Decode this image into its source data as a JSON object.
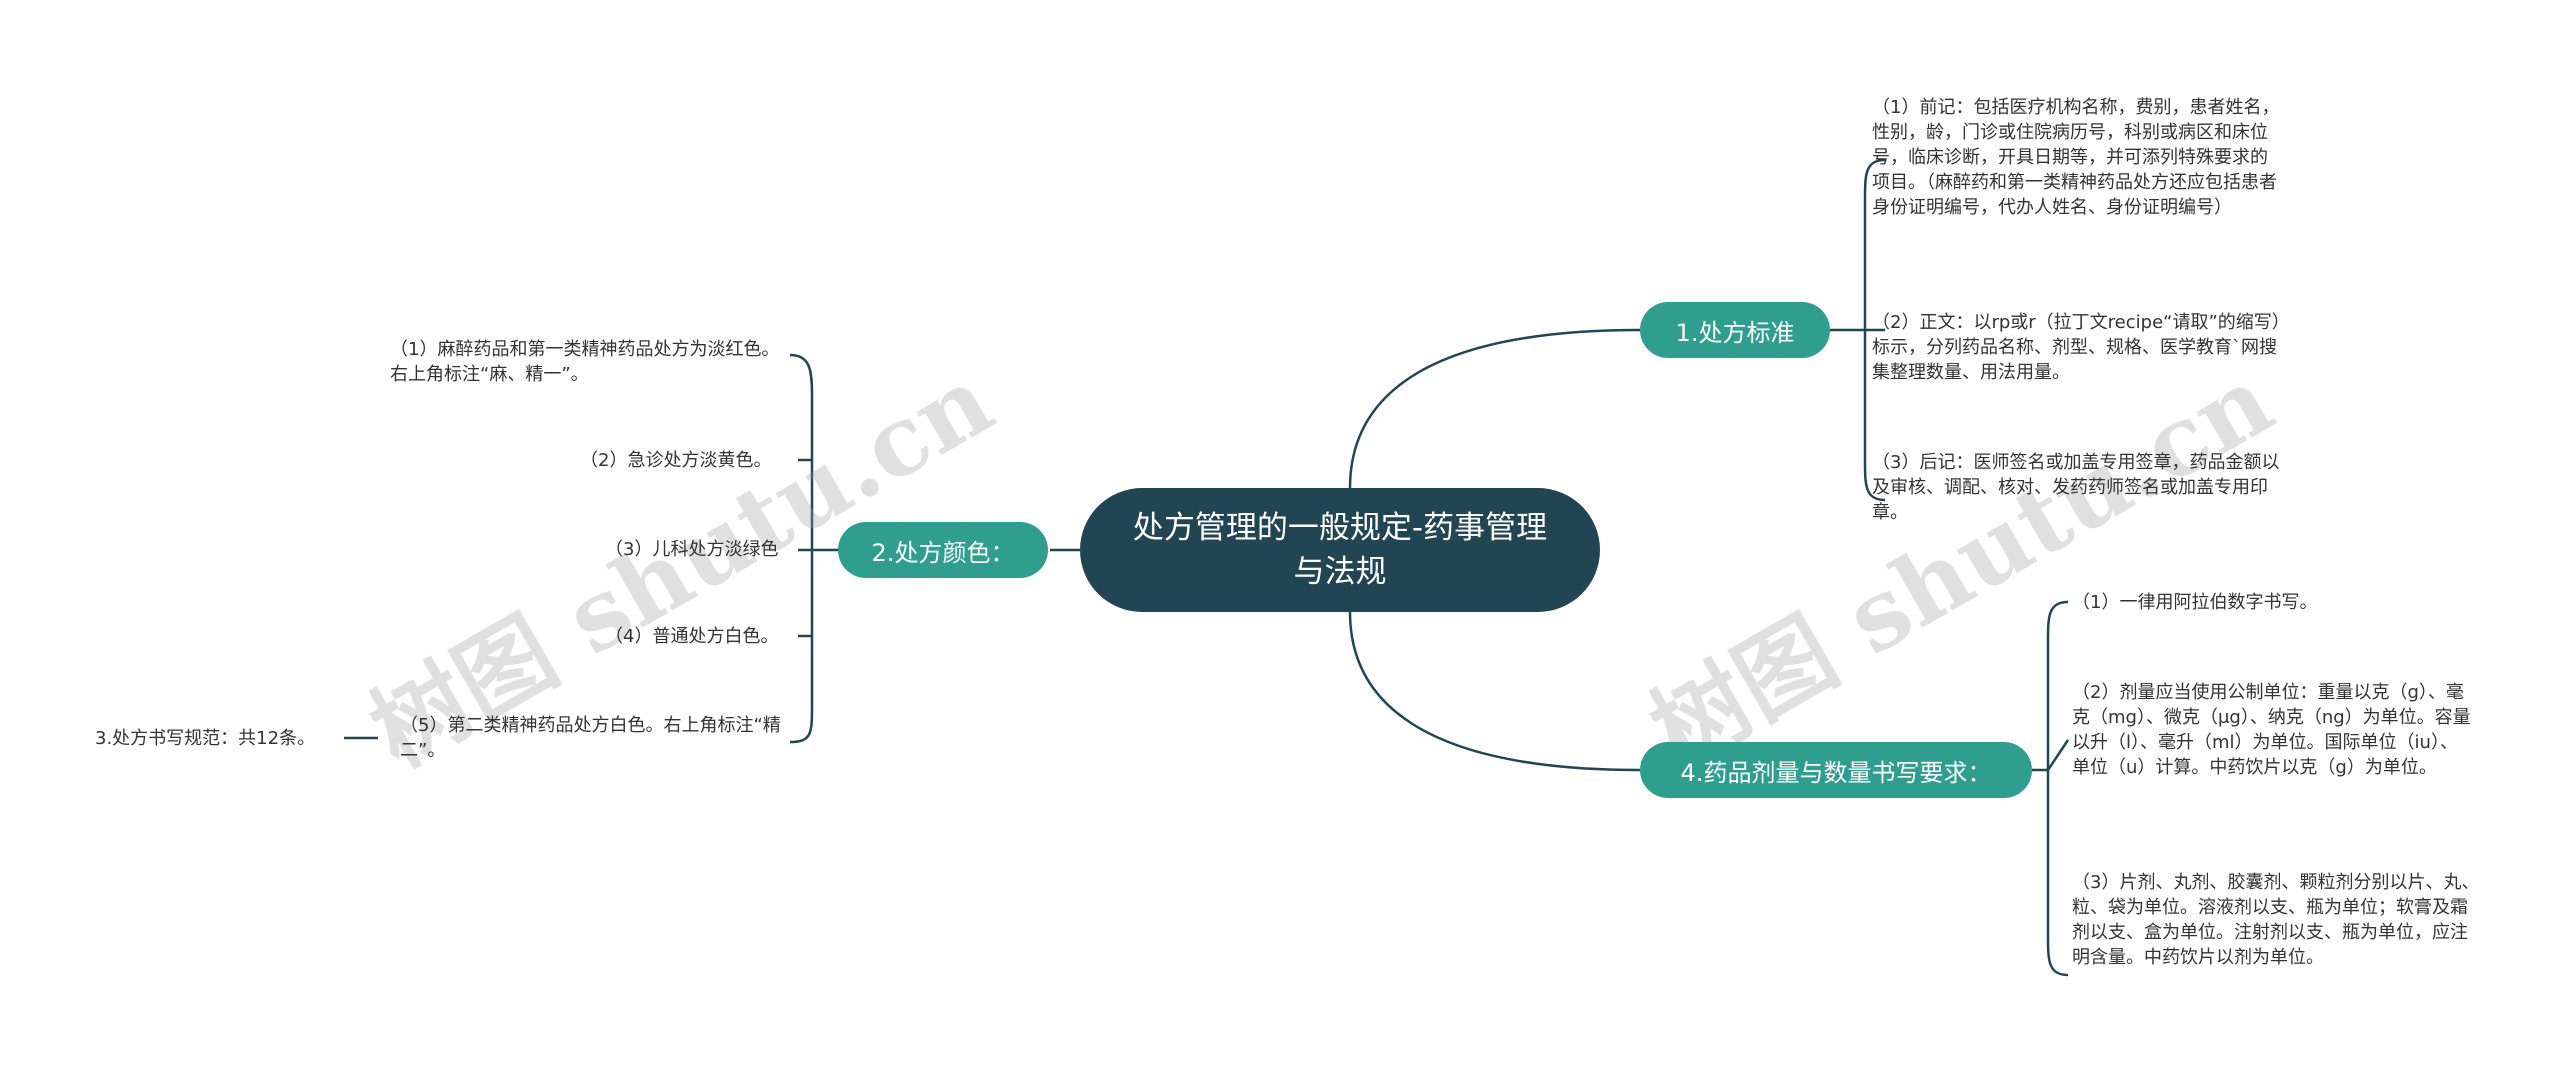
{
  "root": {
    "title": "处方管理的一般规定-药事管理与法规"
  },
  "branches": [
    {
      "label": "1.处方标准",
      "children": [
        "（1）前记：包括医疗机构名称，费别，患者姓名，性别，龄，门诊或住院病历号，科别或病区和床位号，临床诊断，开具日期等，并可添列特殊要求的项目。（麻醉药和第一类精神药品处方还应包括患者身份证明编号，代办人姓名、身份证明编号）",
        "（2）正文：以rp或r（拉丁文recipe“请取”的缩写）标示，分列药品名称、剂型、规格、医学教育`网搜集整理数量、用法用量。",
        "（3）后记：医师签名或加盖专用签章，药品金额以及审核、调配、核对、发药药师签名或加盖专用印章。"
      ]
    },
    {
      "label": "4.药品剂量与数量书写要求：",
      "children": [
        "（1）一律用阿拉伯数字书写。",
        "（2）剂量应当使用公制单位：重量以克（g）、毫克（mg）、微克（μg）、纳克（ng）为单位。容量以升（l）、毫升（ml）为单位。国际单位（iu）、单位（u）计算。中药饮片以克（g）为单位。",
        "（3）片剂、丸剂、胶囊剂、颗粒剂分别以片、丸、粒、袋为单位。溶液剂以支、瓶为单位；软膏及霜剂以支、盒为单位。注射剂以支、瓶为单位，应注明含量。中药饮片以剂为单位。"
      ]
    },
    {
      "label": "2.处方颜色：",
      "children": [
        "（1）麻醉药品和第一类精神药品处方为淡红色。右上角标注“麻、精一”。",
        "（2）急诊处方淡黄色。",
        "（3）儿科处方淡绿色",
        "（4）普通处方白色。",
        "（5）第二类精神药品处方白色。右上角标注“精二”。"
      ]
    }
  ],
  "floating": {
    "label": "3.处方书写规范：共12条。"
  },
  "watermarks": [
    "树图 shutu.cn",
    "树图 shutu.cn"
  ],
  "colors": {
    "root": "#224553",
    "branch": "#2f9e8f",
    "line": "#224553",
    "text": "#333333"
  }
}
